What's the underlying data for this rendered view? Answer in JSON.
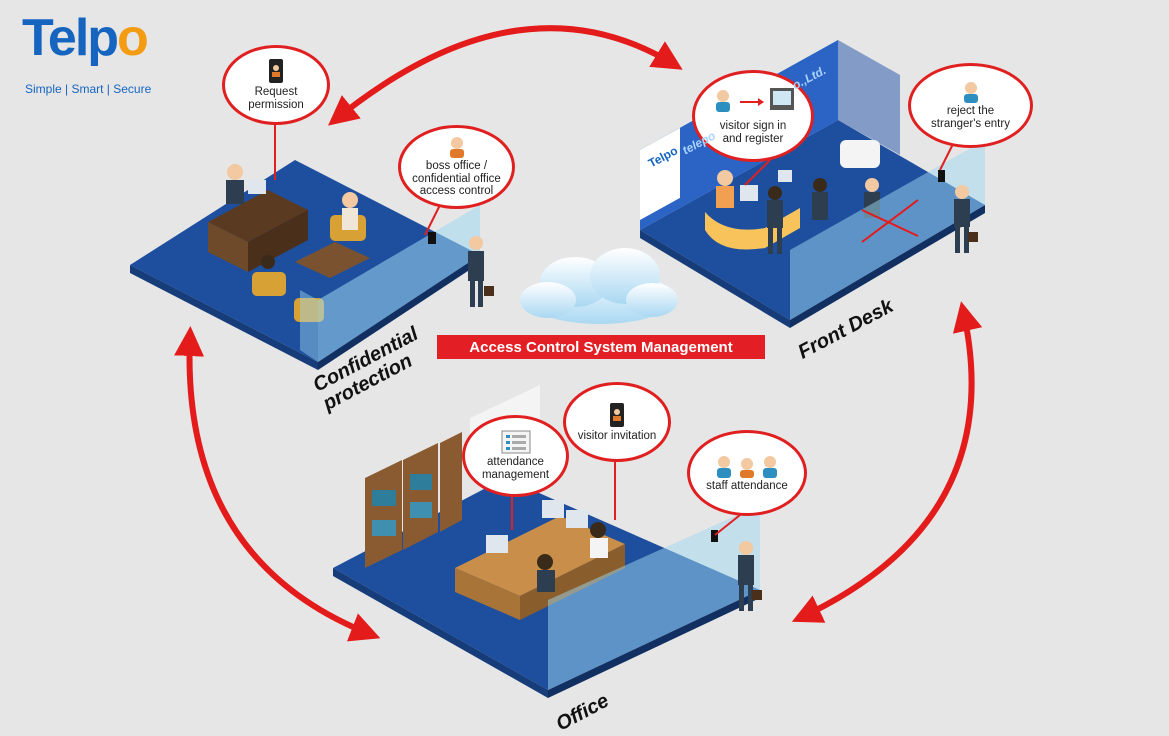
{
  "logo": {
    "word_start": "Telp",
    "word_end": "o",
    "tagline": "Simple | Smart | Secure",
    "colors": {
      "blue": "#1565c0",
      "orange": "#f39c12"
    }
  },
  "banner": {
    "label": "Access Control System Management",
    "color": "#e31e24"
  },
  "rooms": {
    "confidential": "Confidential\nprotection",
    "front_desk": "Front Desk",
    "office": "Office"
  },
  "bubbles": {
    "request_permission": "Request\npermission",
    "boss_office": "boss office /\nconfidential office\naccess control",
    "visitor_sign_in": "visitor sign in\nand register",
    "reject_stranger": "reject the\nstranger's entry",
    "attendance_management": "attendance\nmanagement",
    "visitor_invitation": "visitor invitation",
    "staff_attendance": "staff attendance"
  },
  "wall_sign": {
    "brand": "Telpo",
    "company_fragment": "telepo",
    "company_end": "o.,Ltd."
  },
  "colors": {
    "arrow_red": "#e41b1b",
    "floor_blue": "#1e4f9e",
    "wall_blue": "#2b64c4",
    "glass": "#9ed8f0",
    "background": "#e6e6e6"
  }
}
